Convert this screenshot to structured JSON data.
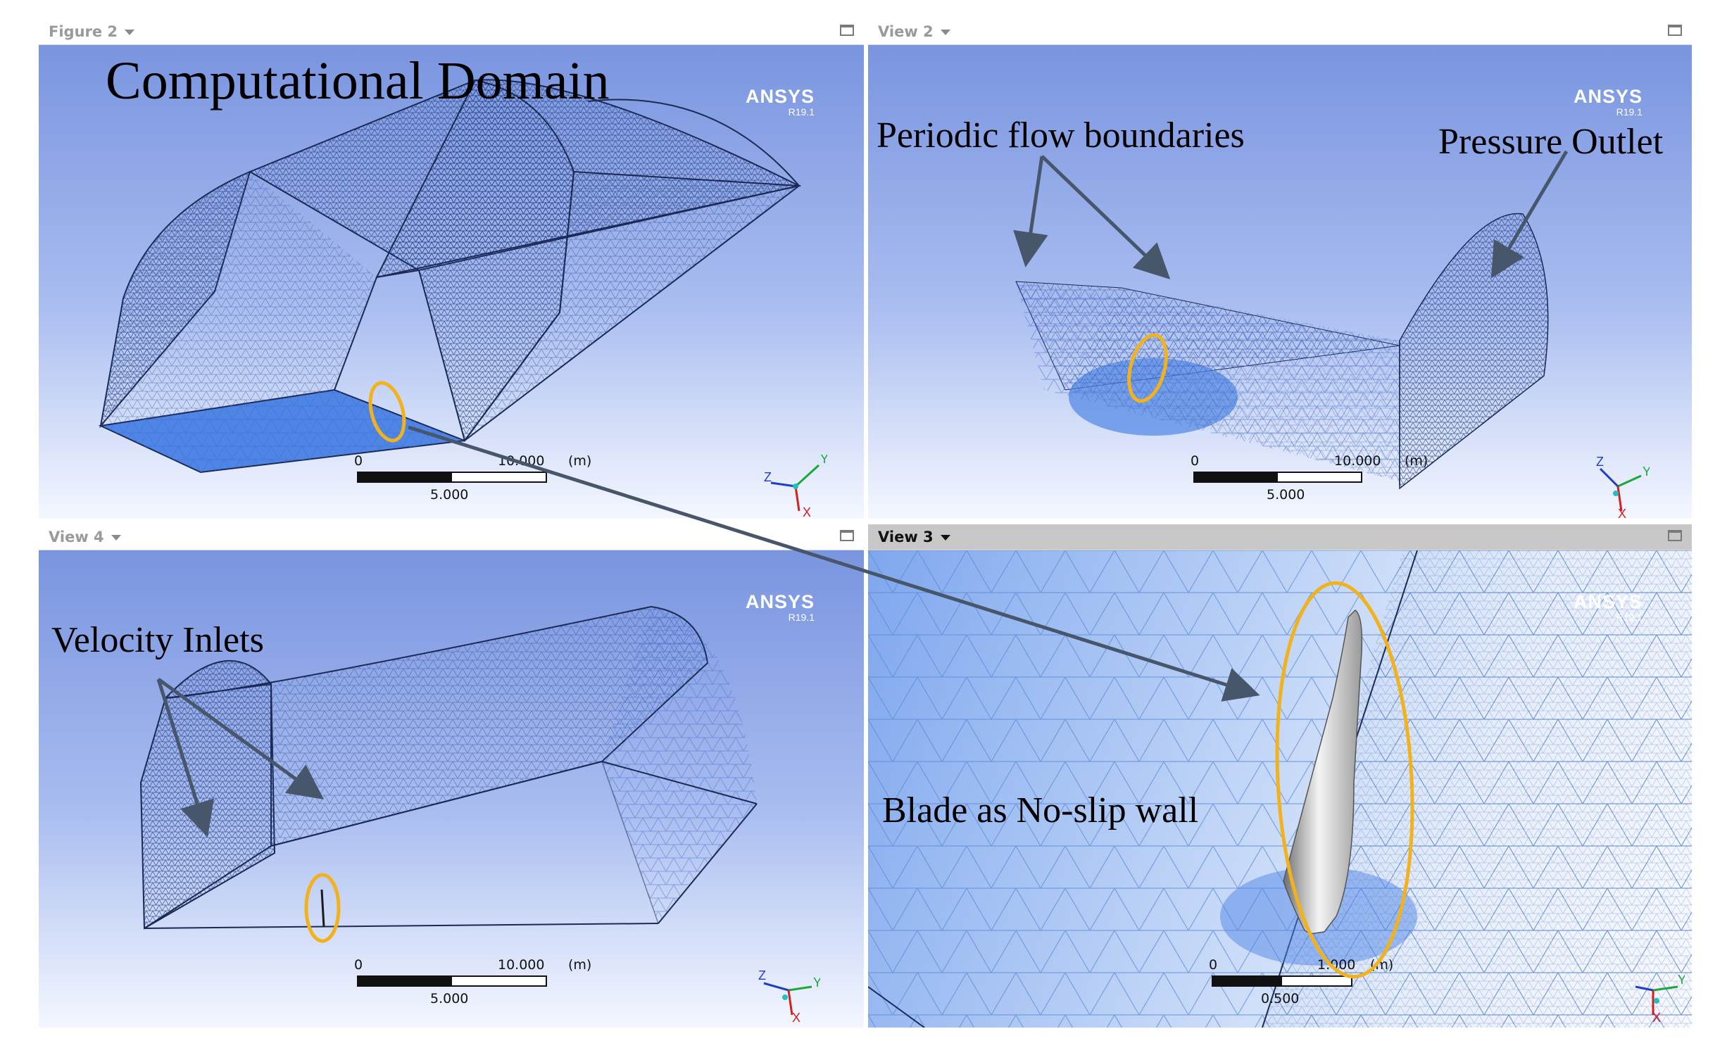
{
  "panels": {
    "top_left": {
      "title": "Figure 2",
      "logo": "ANSYS",
      "version": "R19.1",
      "scale": {
        "zero": "0",
        "max": "10.000",
        "unit": "(m)",
        "mid": "5.000"
      }
    },
    "top_right": {
      "title": "View 2",
      "logo": "ANSYS",
      "version": "R19.1",
      "scale": {
        "zero": "0",
        "max": "10.000",
        "unit": "(m)",
        "mid": "5.000"
      }
    },
    "bottom_left": {
      "title": "View 4",
      "logo": "ANSYS",
      "version": "R19.1",
      "scale": {
        "zero": "0",
        "max": "10.000",
        "unit": "(m)",
        "mid": "5.000"
      }
    },
    "bottom_right": {
      "title": "View 3",
      "logo": "ANSYS",
      "version": "R19.1",
      "active": true,
      "scale": {
        "zero": "0",
        "max": "1.000",
        "unit": "(m)",
        "mid": "0.500"
      }
    }
  },
  "triad_labels": {
    "x": "X",
    "y": "Y",
    "z": "Z"
  },
  "annotations": {
    "computational_domain": "Computational Domain",
    "periodic_flow_boundaries": "Periodic flow boundaries",
    "pressure_outlet": "Pressure Outlet",
    "velocity_inlets": "Velocity Inlets",
    "blade_no_slip": "Blade as No-slip wall"
  },
  "colors": {
    "highlight_ellipse": "#f2b21b",
    "arrow": "#47566a",
    "viewport_top": "#7a95e0",
    "viewport_bottom": "#f4f7ff",
    "mesh_line": "#2a4a9a"
  }
}
